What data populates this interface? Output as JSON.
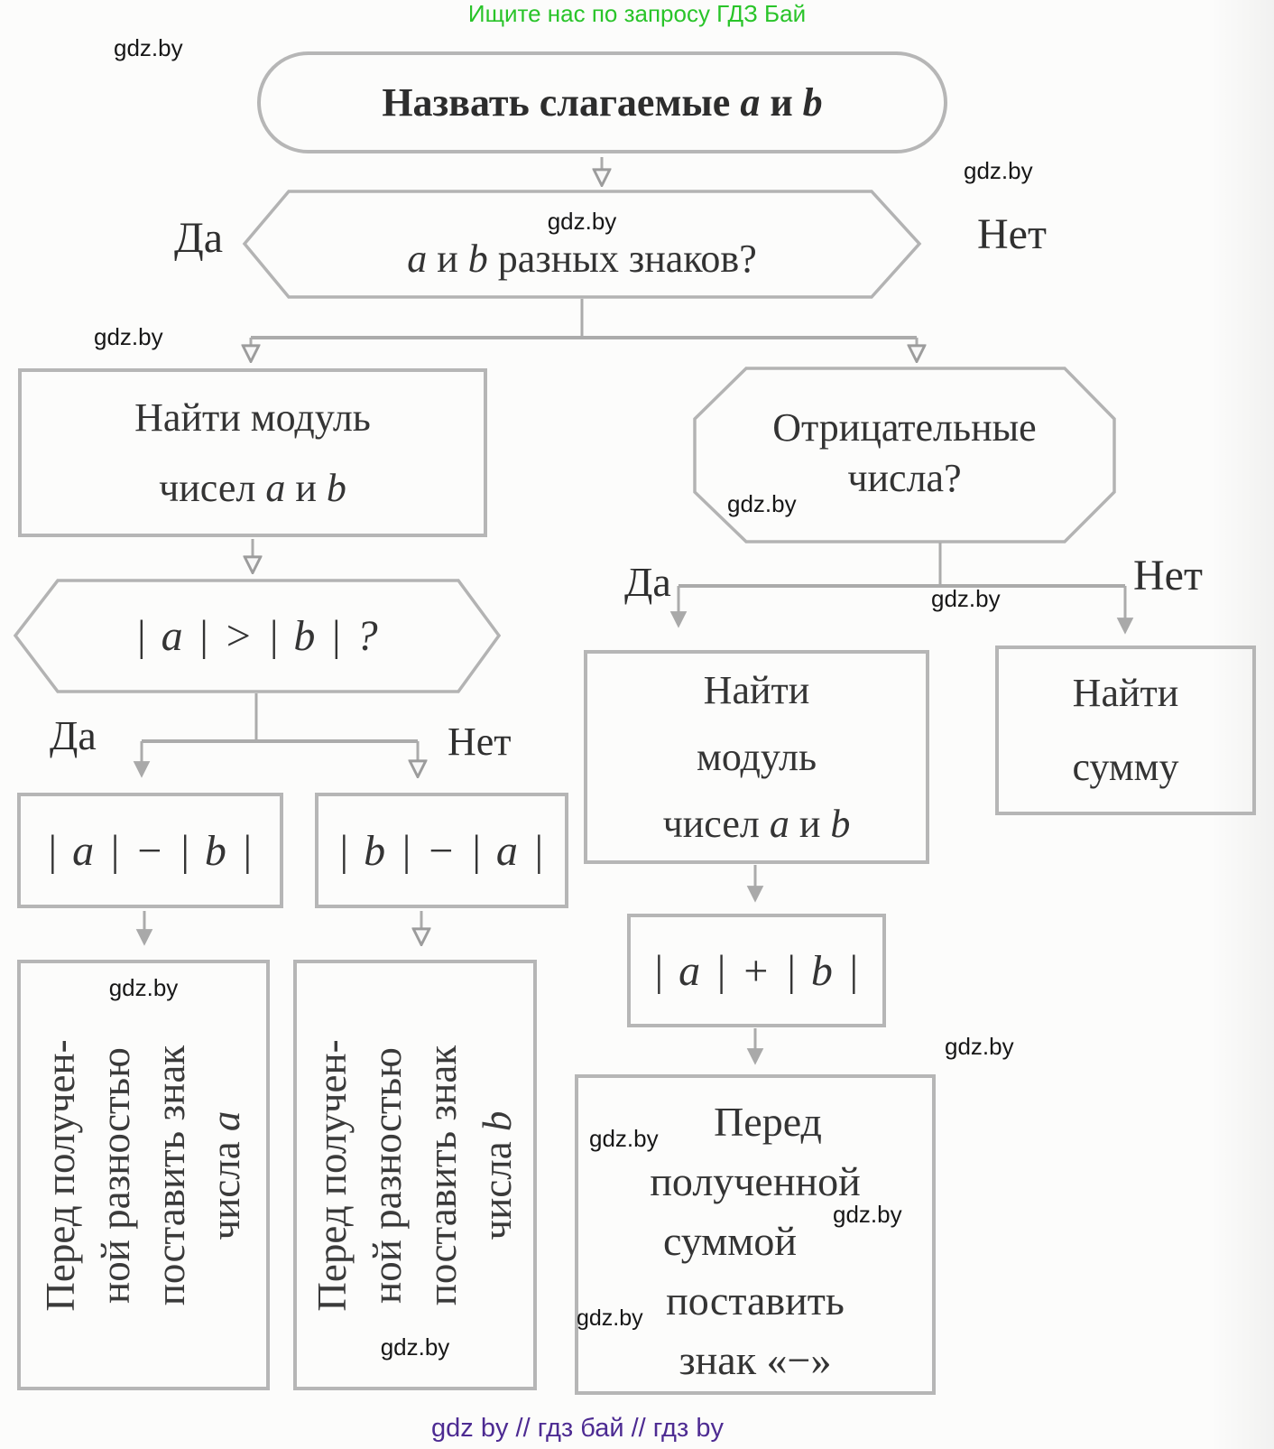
{
  "header": {
    "promo": "Ищите нас по запросу ГДЗ Бай"
  },
  "watermark": "gdz.by",
  "footer": "gdz by  //  гдз бай  //  гдз by",
  "labels": {
    "yes": "Да",
    "no": "Нет"
  },
  "vars": {
    "a": "a",
    "b": "b",
    "conj": "и"
  },
  "nodes": {
    "start": {
      "text": "Назвать слагаемые"
    },
    "q_signs": {
      "suffix": "разных знаков?"
    },
    "find_mod": {
      "l1": "Найти модуль",
      "l2": "чисел"
    },
    "q_abs": {
      "expr": "| a | > | b | ?"
    },
    "diff_ab": {
      "expr": "| a | − | b |"
    },
    "diff_ba": {
      "expr": "| b | − | a |"
    },
    "sign_a": {
      "l1": "Перед получен-",
      "l2": "ной разностью",
      "l3": "поставить знак",
      "l4": "числа"
    },
    "sign_b": {
      "l1": "Перед получен-",
      "l2": "ной разностью",
      "l3": "поставить знак",
      "l4": "числа"
    },
    "q_neg": {
      "l1": "Отрицательные",
      "l2": "числа?"
    },
    "find_mod2": {
      "l1": "Найти",
      "l2": "модуль",
      "l3": "чисел"
    },
    "sum_abs": {
      "expr": "| a | + | b |"
    },
    "minus_sign": {
      "l1": "Перед",
      "l2": "полученной",
      "l3": "суммой",
      "l4": "поставить",
      "l5": "знак «−»"
    },
    "find_sum": {
      "l1": "Найти",
      "l2": "сумму"
    }
  }
}
